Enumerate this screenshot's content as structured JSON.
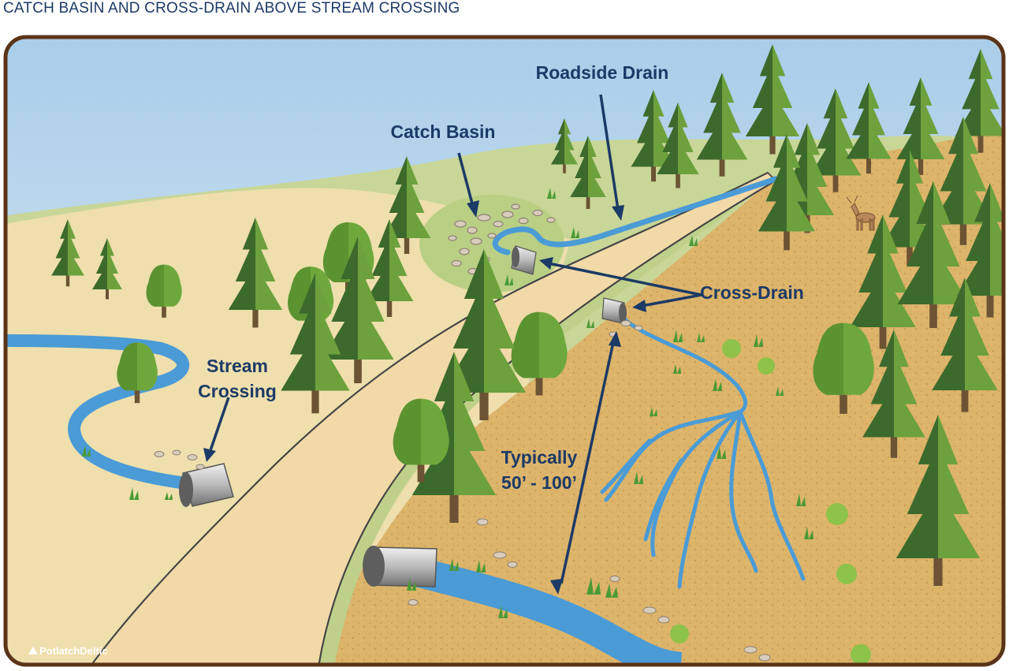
{
  "title": "CATCH BASIN AND CROSS-DRAIN ABOVE STREAM CROSSING",
  "labels": {
    "roadside_drain": "Roadside Drain",
    "catch_basin": "Catch Basin",
    "cross_drain": "Cross-Drain",
    "stream_line1": "Stream",
    "stream_line2": "Crossing",
    "typical_line1": "Typically",
    "typical_line2": "50’ - 100’"
  },
  "logo": "PotlatchDeltic",
  "colors": {
    "label_navy": "#1c3a66",
    "water_blue": "#4a9bd6",
    "frame_brown": "#5a3418",
    "road_tan": "#f1d9a8",
    "tree_dark": "#3c6a2c",
    "tree_light": "#6da13d"
  }
}
